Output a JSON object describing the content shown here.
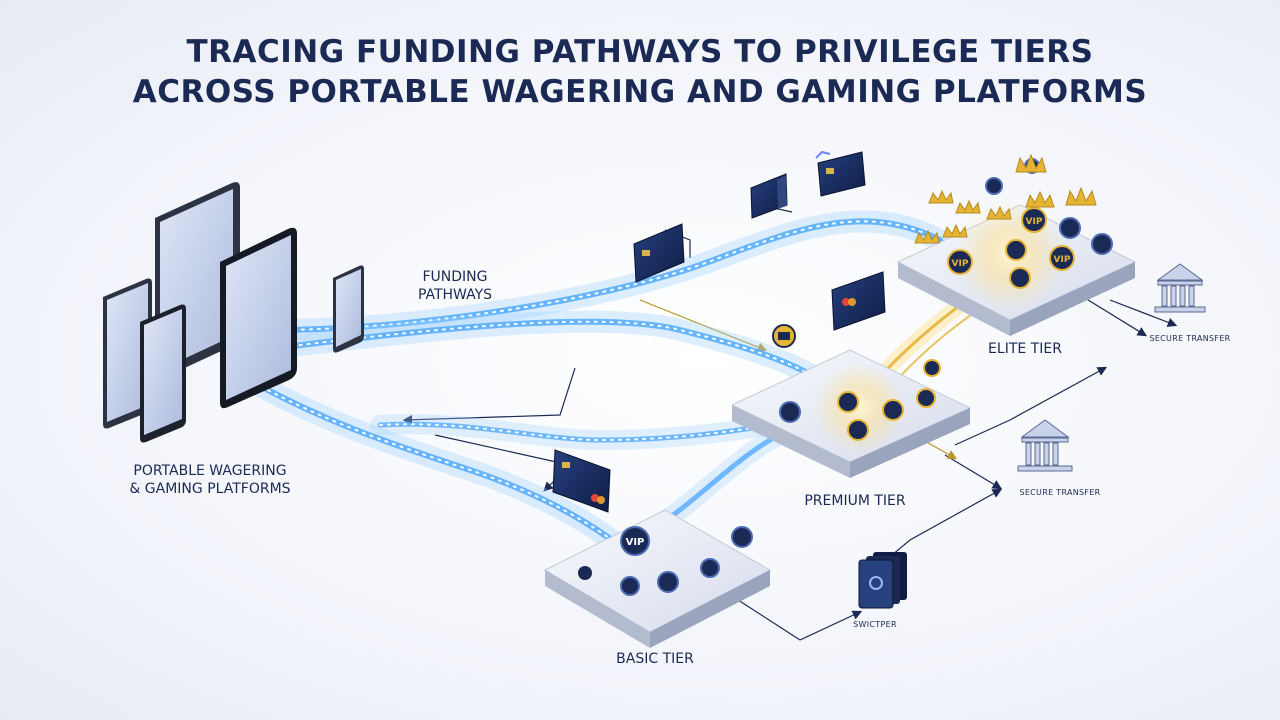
{
  "title": {
    "line1": "TRACING FUNDING PATHWAYS TO PRIVILEGE TIERS",
    "line2": "ACROSS PORTABLE WAGERING AND GAMING PLATFORMS"
  },
  "labels": {
    "platforms_line1": "PORTABLE WAGERING",
    "platforms_line2": "& GAMING PLATFORMS",
    "funding_line1": "FUNDING",
    "funding_line2": "PATHWAYS",
    "basic_tier": "BASIC TIER",
    "premium_tier": "PREMIUM TIER",
    "elite_tier": "ELITE TIER",
    "secure_transfer_1": "SECURE TRANSFER",
    "secure_transfer_2": "SECURE TRANSFER",
    "other_endpoint": "SWICTPER"
  },
  "chip_text": {
    "vip": "VIP"
  },
  "colors": {
    "navy": "#1b2a55",
    "flow_blue": "#4aa6ff",
    "flow_glow": "#9fd2ff",
    "gold": "#e5b434",
    "platform_top": "#e4e8f2",
    "platform_side": "#b3bccf"
  },
  "icons": [
    "tablet-icon",
    "smartphone-icon",
    "credit-card-icon",
    "wallet-icon",
    "crown-icon",
    "vip-chip-icon",
    "badge-icon",
    "bank-icon",
    "card-stack-icon"
  ]
}
